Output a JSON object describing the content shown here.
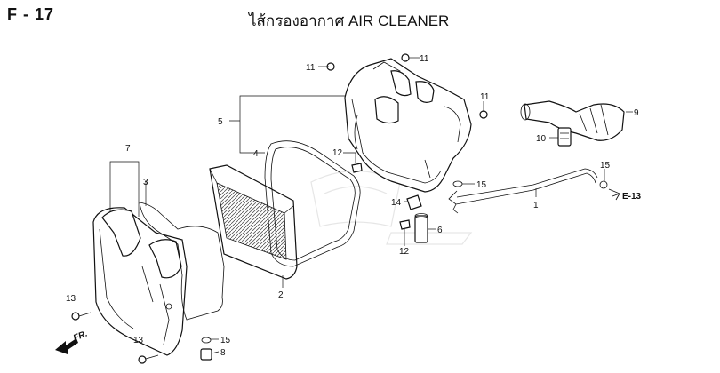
{
  "header": {
    "page_code": "F - 17",
    "title": "ไส้กรองอากาศ  AIR CLEANER"
  },
  "callouts": {
    "c1": "1",
    "c2": "2",
    "c3": "3",
    "c4": "4",
    "c5": "5",
    "c6": "6",
    "c7": "7",
    "c8": "8",
    "c9": "9",
    "c10": "10",
    "c11a": "11",
    "c11b": "11",
    "c11c": "11",
    "c12a": "12",
    "c12b": "12",
    "c13a": "13",
    "c13b": "13",
    "c14": "14",
    "c15a": "15",
    "c15b": "15",
    "c15c": "15"
  },
  "reference": {
    "label": "E-13"
  },
  "direction": {
    "label": "FR."
  }
}
